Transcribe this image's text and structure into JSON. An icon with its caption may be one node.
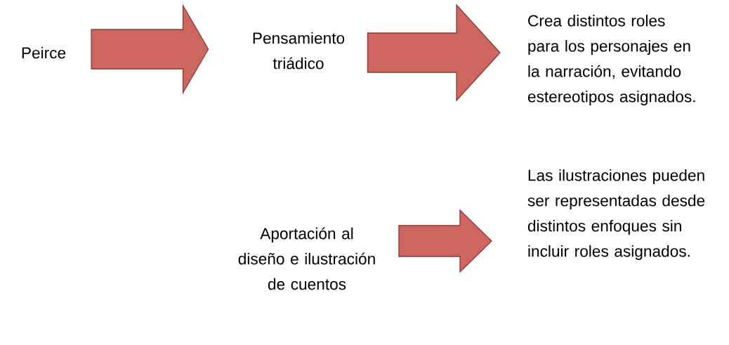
{
  "diagram": {
    "nodes": [
      {
        "text": [
          "Peirce"
        ]
      },
      {
        "text": [
          "Pensamiento triádico"
        ]
      },
      {
        "text": [
          "Crea distintos roles para los personajes en la narración, evitando estereotipos asignados."
        ]
      },
      {
        "text": [
          "Aportación al diseño e ilustración de cuentos"
        ]
      },
      {
        "text": [
          "Las ilustraciones pueden ser representadas desde distintos enfoques sin incluir roles asignados."
        ]
      }
    ],
    "edges": [
      {
        "from": 0,
        "to": 1,
        "arrow": "to"
      },
      {
        "from": 1,
        "to": 2,
        "arrow": "to"
      },
      {
        "from": 3,
        "to": 4,
        "arrow": "to"
      }
    ]
  }
}
